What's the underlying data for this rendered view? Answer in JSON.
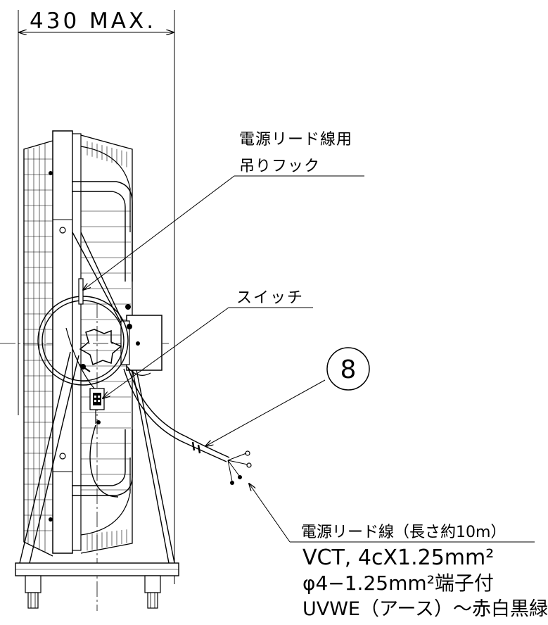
{
  "dimension": {
    "text": "430 MAX."
  },
  "labels": {
    "hook_line1": "電源リード線用",
    "hook_line2": "吊りフック",
    "switch": "スイッチ",
    "balloon": "8",
    "cable_line1": "電源リード線（長さ約10m）",
    "cable_line2": "VCT, 4cX1.25mm²",
    "cable_line3": "φ4−1.25mm²端子付",
    "cable_line4": "UVWE（アース）〜赤白黒緑"
  },
  "colors": {
    "ink": "#000000",
    "paper": "#ffffff"
  }
}
